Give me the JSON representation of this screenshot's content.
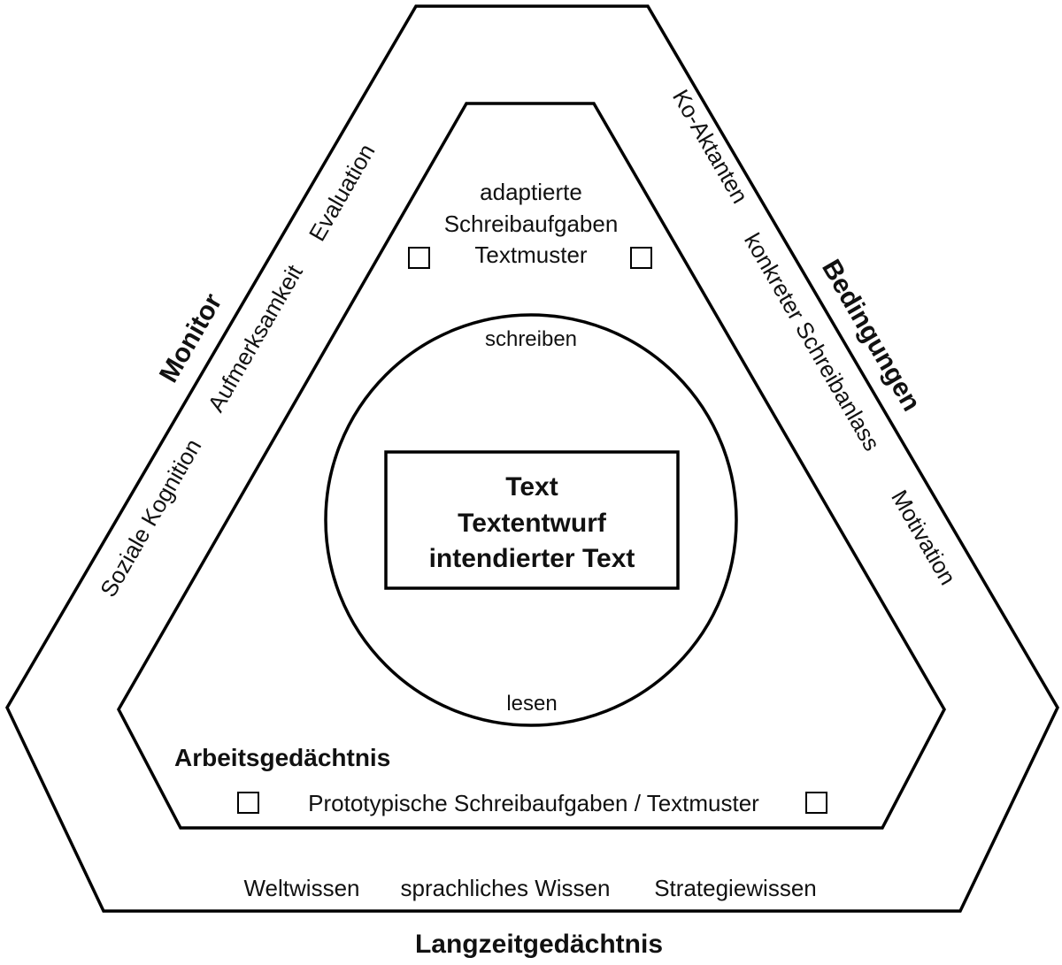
{
  "outer_label": "Langzeitgedächtnis",
  "monitor": {
    "title": "Monitor",
    "items": [
      "Soziale Kognition",
      "Aufmerksamkeit",
      "Evaluation"
    ]
  },
  "conditions": {
    "title": "Bedingungen",
    "items": [
      "Ko-Aktanten",
      "konkreter Schreibanlass",
      "Motivation"
    ]
  },
  "longterm_items": [
    "Weltwissen",
    "sprachliches Wissen",
    "Strategiewissen"
  ],
  "working_memory": {
    "title": "Arbeitsgedächtnis",
    "prototypes": "Prototypische Schreibaufgaben / Textmuster",
    "adapted": [
      "adaptierte",
      "Schreibaufgaben",
      "Textmuster"
    ]
  },
  "circle": {
    "top": "schreiben",
    "bottom": "lesen"
  },
  "center_box": [
    "Text",
    "Textentwurf",
    "intendierter Text"
  ]
}
